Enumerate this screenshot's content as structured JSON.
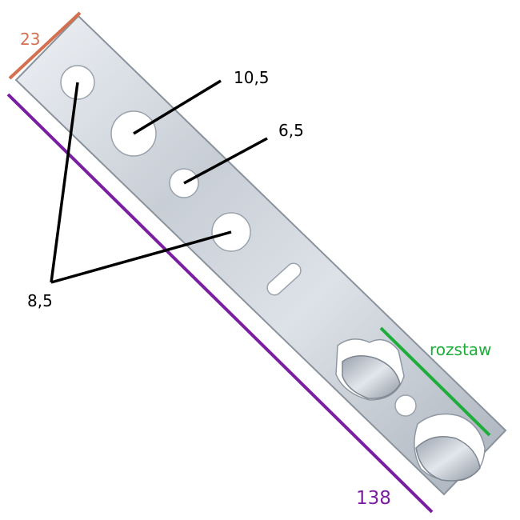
{
  "labels": {
    "width": "23",
    "length": "138",
    "large_hole": "10,5",
    "small_hole": "6,5",
    "medium_holes": "8,5",
    "spacing": "rozstaw"
  },
  "colors": {
    "width_line": "#d4704f",
    "length_line": "#7a1fa2",
    "spacing_line": "#1eac3a",
    "pointer_line": "#000000",
    "plate_light": "#dfe4ea",
    "plate_mid": "#b7bfc8",
    "plate_dark": "#8d96a1",
    "plate_edge": "#6d7580"
  }
}
